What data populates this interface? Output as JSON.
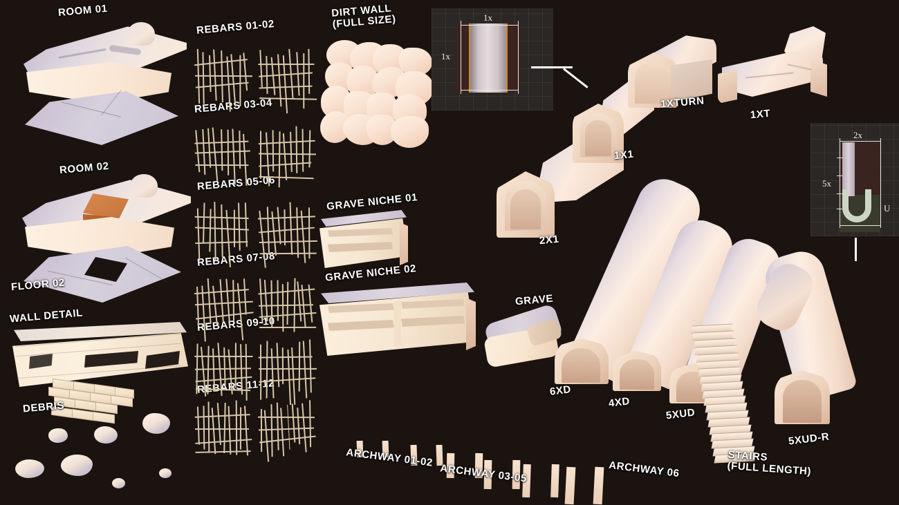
{
  "scene": {
    "background_color": "#1a1310",
    "model_cream": "#f7e2d2",
    "model_shadow_lavender": "#c9c0d4",
    "label_color": "#ffffff"
  },
  "labels": {
    "room_01": "ROOM 01",
    "room_02": "ROOM 02",
    "floor_02": "FLOOR 02",
    "wall_detail": "WALL DETAIL",
    "debris": "DEBRIS",
    "rebars_01_02": "REBARS 01-02",
    "rebars_03_04": "REBARS 03-04",
    "rebars_05_06": "REBARS 05-06",
    "rebars_07_08": "REBARS 07-08",
    "rebars_09_10": "REBARS 09-10",
    "rebars_11_12": "REBARS 11-12",
    "dirt_wall": "DIRT WALL\n(FULL SIZE)",
    "grave_niche_01": "GRAVE NICHE 01",
    "grave_niche_02": "GRAVE NICHE 02",
    "grave": "GRAVE",
    "archway_01_02": "ARCHWAY 01-02",
    "archway_03_05": "ARCHWAY 03-05",
    "archway_06": "ARCHWAY 06",
    "stairs": "STAIRS\n(FULL LENGTH)",
    "tunnel_1x1": "1X1",
    "tunnel_2x1": "2X1",
    "tunnel_1xturn": "1XTURN",
    "tunnel_1xt": "1XT",
    "tunnel_6xd": "6XD",
    "tunnel_4xd": "4XD",
    "tunnel_5xud": "5XUD",
    "tunnel_5xud_r": "5XUD-R"
  },
  "inset_top": {
    "dim_width": "1x",
    "dim_height": "1x"
  },
  "inset_right": {
    "dim_width": "2x",
    "dim_height": "5x",
    "dim_shape": "U"
  }
}
